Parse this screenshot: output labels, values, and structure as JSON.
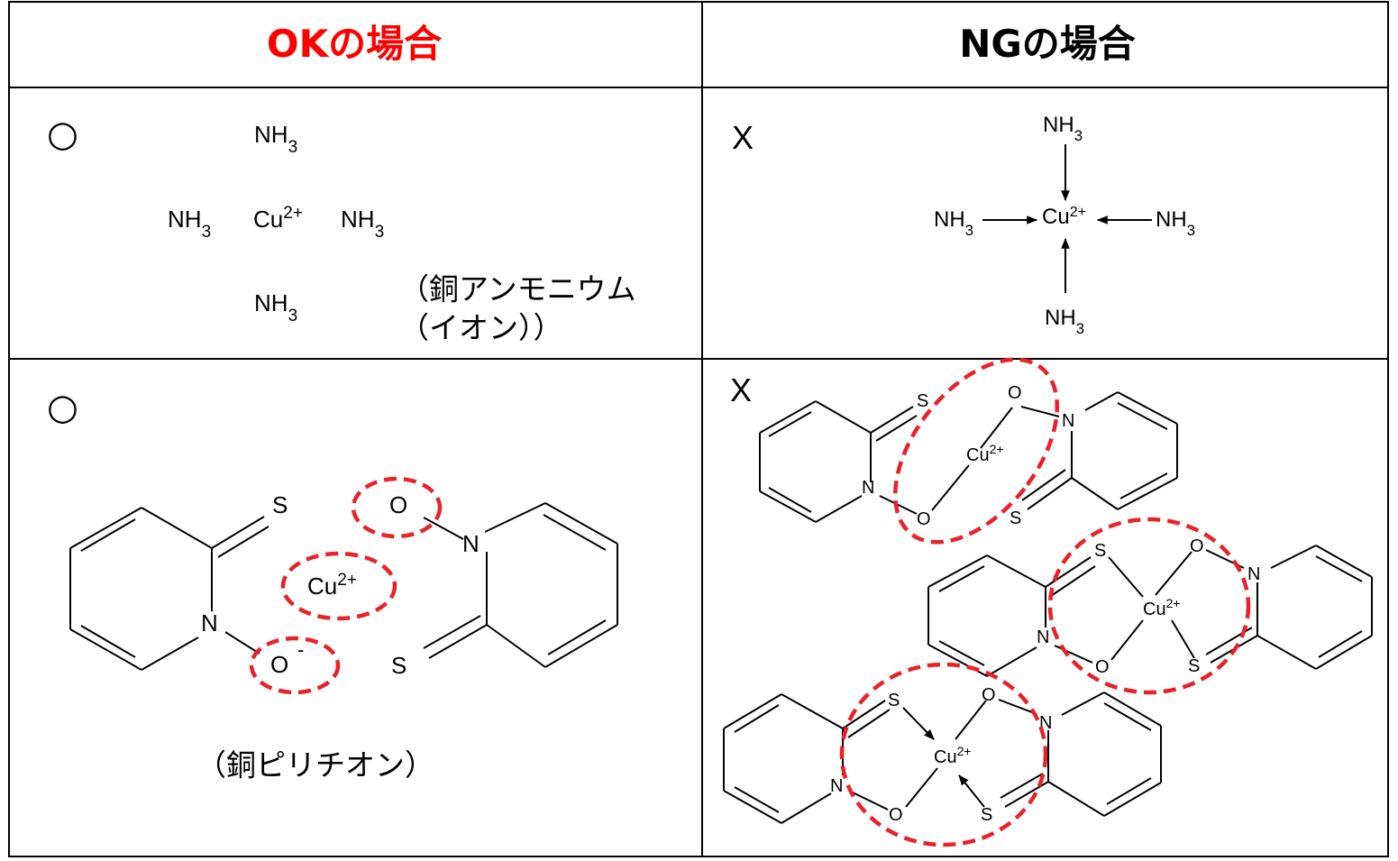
{
  "table": {
    "header_ok": "OKの場合",
    "header_ng": "NGの場合",
    "ok_color": "#ff0000",
    "ok_mark": "○",
    "ng_mark": "X"
  },
  "row1": {
    "ok": {
      "nh3": "NH3",
      "cu": "Cu2+",
      "caption_line1": "（銅アンモニウム",
      "caption_line2": "（イオン））"
    },
    "ng": {
      "nh3": "NH3",
      "cu": "Cu2+"
    }
  },
  "row2": {
    "ok": {
      "S": "S",
      "N": "N",
      "O": "O",
      "O_charge": "-",
      "cu": "Cu2+",
      "caption": "（銅ピリチオン）"
    },
    "ng": {
      "S": "S",
      "N": "N",
      "O": "O",
      "cu": "Cu2+"
    }
  },
  "highlight_color": "#e8222a"
}
